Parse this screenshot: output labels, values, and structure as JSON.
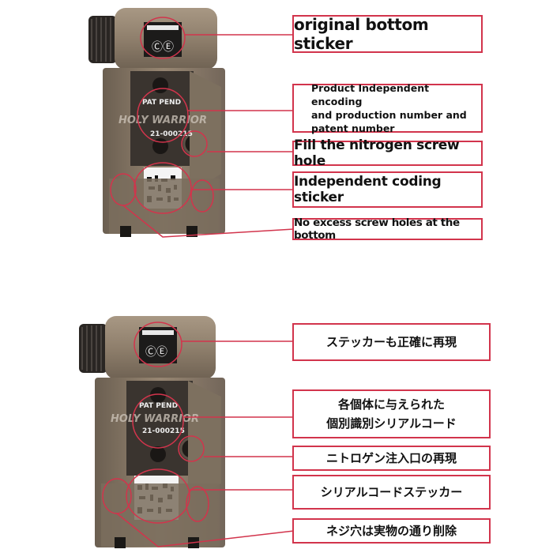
{
  "top": {
    "labels": {
      "sticker": "original bottom sticker",
      "encoding_line1": "Product  Independent encoding",
      "encoding_line2": "and production number and",
      "encoding_line3": "patent number",
      "nitrogen": "Fill the nitrogen screw hole",
      "coding": "Independent coding sticker",
      "screws": "No excess screw holes at the bottom"
    },
    "engraving": {
      "pat": "PAT PEND",
      "serial": "21-000215",
      "brand": "HOLY WARRIOR"
    }
  },
  "bottom": {
    "labels": {
      "sticker": "ステッカーも正確に再現",
      "encoding_line1": "各個体に与えられた",
      "encoding_line2": "個別識別シリアルコード",
      "nitrogen": "ニトロゲン注入口の再現",
      "coding": "シリアルコードステッカー",
      "screws": "ネジ穴は実物の通り削除"
    },
    "engraving": {
      "pat": "PAT PEND",
      "serial": "21-000215",
      "brand": "HOLY WARRIOR"
    }
  },
  "colors": {
    "accent": "#d2344c",
    "housing": "#8f7f6c",
    "housing_dark": "#6f6253",
    "knob": "#2a2623"
  }
}
